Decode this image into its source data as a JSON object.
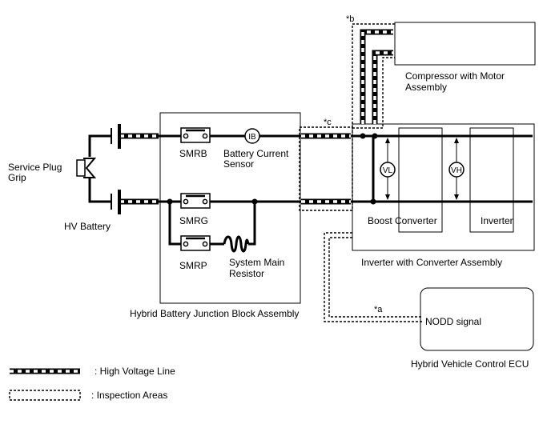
{
  "labels": {
    "service_plug": [
      "Service Plug",
      "Grip"
    ],
    "hv_battery": "HV Battery",
    "smrb": "SMRB",
    "smrg": "SMRG",
    "smrp": "SMRP",
    "battery_current_sensor": [
      "Battery Current",
      "Sensor"
    ],
    "system_main_resistor": [
      "System Main",
      "Resistor"
    ],
    "junction_block": "Hybrid Battery Junction Block Assembly",
    "compressor": [
      "Compressor with Motor",
      "Assembly"
    ],
    "boost_converter": "Boost Converter",
    "inverter": "Inverter",
    "inverter_assembly": "Inverter with Converter Assembly",
    "nodd_signal": "NODD signal",
    "ecu": "Hybrid Vehicle Control ECU",
    "ib": "IB",
    "vl": "VL",
    "vh": "VH",
    "mark_a": "*a",
    "mark_b": "*b",
    "mark_c": "*c"
  },
  "legend": {
    "high_voltage": ": High Voltage Line",
    "inspection": ": Inspection Areas"
  }
}
